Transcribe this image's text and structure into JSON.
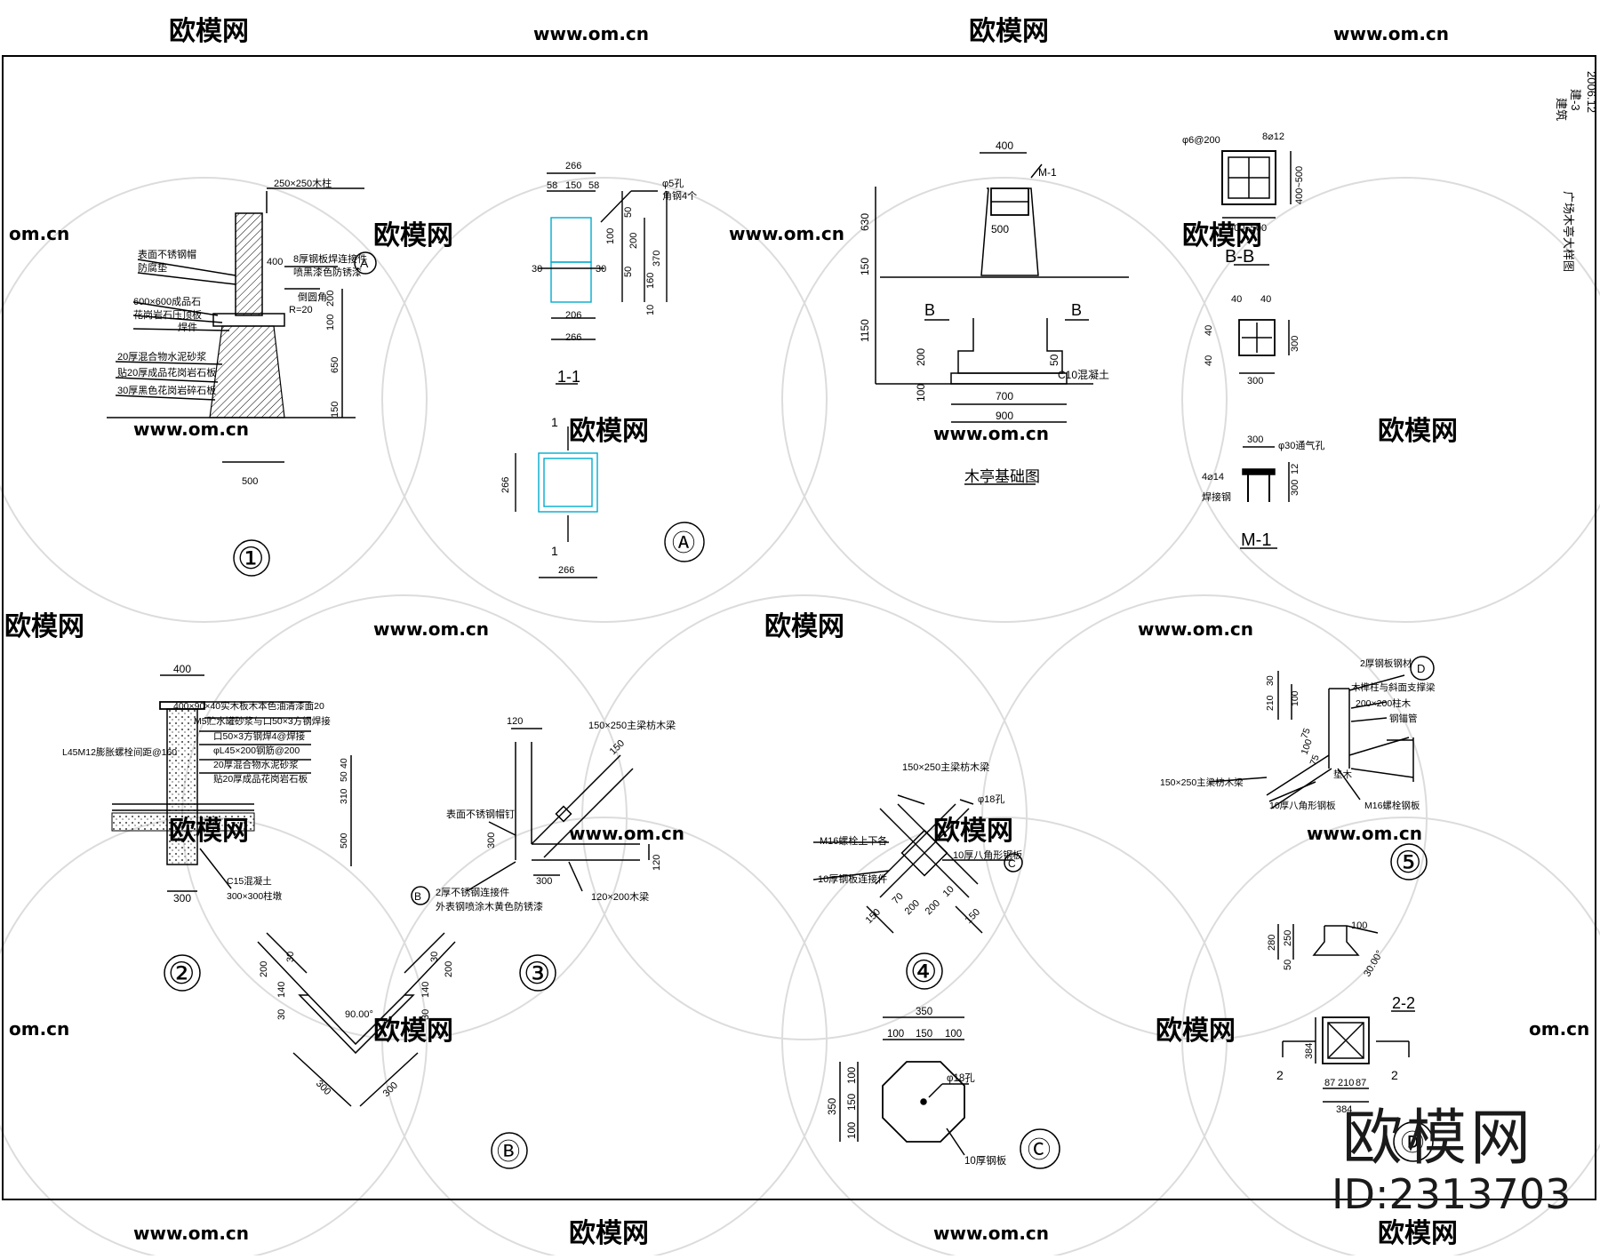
{
  "watermark": {
    "site": "www.om.cn",
    "brand": "欧模网",
    "domain_short": "om.cn"
  },
  "title_block": {
    "discipline": "建筑",
    "sheet_no": "建-3",
    "date": "2006.12",
    "title": "广场木亭大样图"
  },
  "badge": {
    "brand": "欧模网",
    "id": "ID:2313703"
  },
  "detail_1": {
    "marker": "①",
    "dims": [
      "400",
      "100",
      "200",
      "650",
      "150",
      "500"
    ],
    "labels": [
      "250×250木柱",
      "表面不锈钢帽",
      "防腐垫",
      "600×600成品石",
      "花岗岩石压顶板",
      "焊件",
      "8厚钢板焊连接件",
      "喷黑漆色防锈漆",
      "R=20",
      "倒圆角",
      "20厚混合物水泥砂浆",
      "贴20厚成品花岗岩石板",
      "30厚黑色花岗岩碎石板"
    ],
    "callout": "A"
  },
  "detail_A": {
    "marker": "Ⓐ",
    "section_label": "1-1",
    "cut": "1",
    "dims_top": [
      "266",
      "58",
      "150",
      "58"
    ],
    "dims_side": [
      "50",
      "100",
      "200",
      "370",
      "50",
      "160",
      "10"
    ],
    "dims_bottom": [
      "206",
      "266"
    ],
    "side": [
      "30",
      "30"
    ],
    "plan_dims": [
      "266",
      "266"
    ],
    "notes": [
      "φ5孔",
      "角钢4个"
    ]
  },
  "foundation": {
    "title": "木亭基础图",
    "top_dim": "400",
    "m1": "M-1",
    "dims_left": [
      "630",
      "150",
      "1150",
      "200",
      "100"
    ],
    "dims_mid": [
      "500",
      "50"
    ],
    "dims_bottom": [
      "700",
      "900"
    ],
    "cut": "B",
    "concrete": "C10混凝土"
  },
  "section_BB": {
    "label": "B-B",
    "rebar_ring": "φ6@200",
    "rebar_main": "8⌀12",
    "dim_bottom": "400~500",
    "dim_side": "400~500"
  },
  "plate_M1": {
    "label": "M-1",
    "dims_plan": [
      "40",
      "40",
      "40",
      "40",
      "300",
      "300"
    ],
    "dims_elev": [
      "300",
      "12",
      "300"
    ],
    "notes": [
      "φ30通气孔",
      "4⌀14",
      "焊接钢"
    ]
  },
  "detail_2": {
    "marker": "②",
    "top": "400",
    "right_dims": [
      "40",
      "50",
      "310",
      "500"
    ],
    "bottom": "300",
    "labels": [
      "400×90×40实木板木本色油清漆面20",
      "M5贮水罐砂浆与口50×3方钢焊接",
      "口50×3方钢焊4@焊接",
      "φL45×200钢筋@200",
      "20厚混合物水泥砂浆",
      "贴20厚成品花岗岩石板",
      "C15混凝土",
      "300×300柱墩"
    ],
    "left_label": "L45M12膨胀螺栓间距@160"
  },
  "detail_3": {
    "marker": "③",
    "labels": [
      "150×250主梁枋木梁",
      "120×200木梁",
      "表面不锈钢帽钉",
      "2厚不锈钢连接件",
      "外表钢喷涂木黄色防锈漆"
    ],
    "dims": [
      "120",
      "150",
      "300",
      "300",
      "120"
    ],
    "callout": "B"
  },
  "detail_4": {
    "marker": "④",
    "labels": [
      "150×250主梁枋木梁",
      "φ18孔",
      "M16螺栓上下各",
      "10厚钢板连接件",
      "10厚八角形钢板"
    ],
    "dims": [
      "150",
      "70",
      "200",
      "200",
      "10",
      "150"
    ],
    "callout": "C"
  },
  "detail_5": {
    "marker": "⑤",
    "labels": [
      "2厚钢板钢材",
      "木榫柱与斜面支撑梁",
      "200×200柱木",
      "钢锚管",
      "150×250主梁枋木梁",
      "10厚八角形钢板",
      "M16螺栓钢板",
      "垫木"
    ],
    "dims": [
      "30",
      "210",
      "100",
      "75",
      "100",
      "75"
    ],
    "callout": "D"
  },
  "detail_B": {
    "marker": "Ⓑ",
    "angle": "90.00°",
    "dims": [
      "200",
      "30",
      "140",
      "30",
      "300",
      "300",
      "200",
      "30",
      "140",
      "30"
    ]
  },
  "detail_C": {
    "marker": "Ⓒ",
    "dims_top": [
      "350",
      "100",
      "150",
      "100"
    ],
    "dims_side": [
      "350",
      "100",
      "150",
      "100"
    ],
    "labels": [
      "φ18孔",
      "10厚钢板"
    ]
  },
  "detail_D": {
    "marker": "Ⓓ",
    "section_label": "2-2",
    "cut": "2",
    "elev_dims": [
      "280",
      "250",
      "50",
      "100",
      "30.00°"
    ],
    "plan_dims": [
      "384",
      "87",
      "210",
      "87"
    ]
  }
}
